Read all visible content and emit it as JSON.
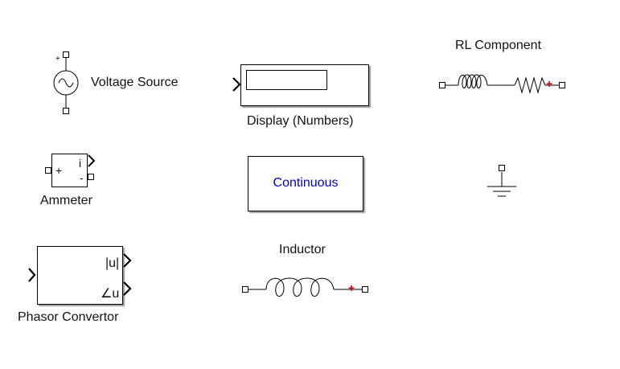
{
  "blocks": {
    "voltage_source": {
      "label": "Voltage Source",
      "port_mark": "+"
    },
    "display": {
      "label": "Display (Numbers)"
    },
    "rl_component": {
      "label": "RL Component"
    },
    "ammeter": {
      "label": "Ammeter",
      "in_sign": "+",
      "out_current": "i",
      "out_sign": "-"
    },
    "powergui": {
      "label": "Continuous",
      "label_color": "#0000cc"
    },
    "ground": {
      "label": ""
    },
    "phasor": {
      "label": "Phasor Convertor",
      "out_mag": "|u|",
      "out_angle": "∠u"
    },
    "inductor": {
      "label": "Inductor"
    }
  },
  "colors": {
    "polarity": "#cc0000"
  }
}
